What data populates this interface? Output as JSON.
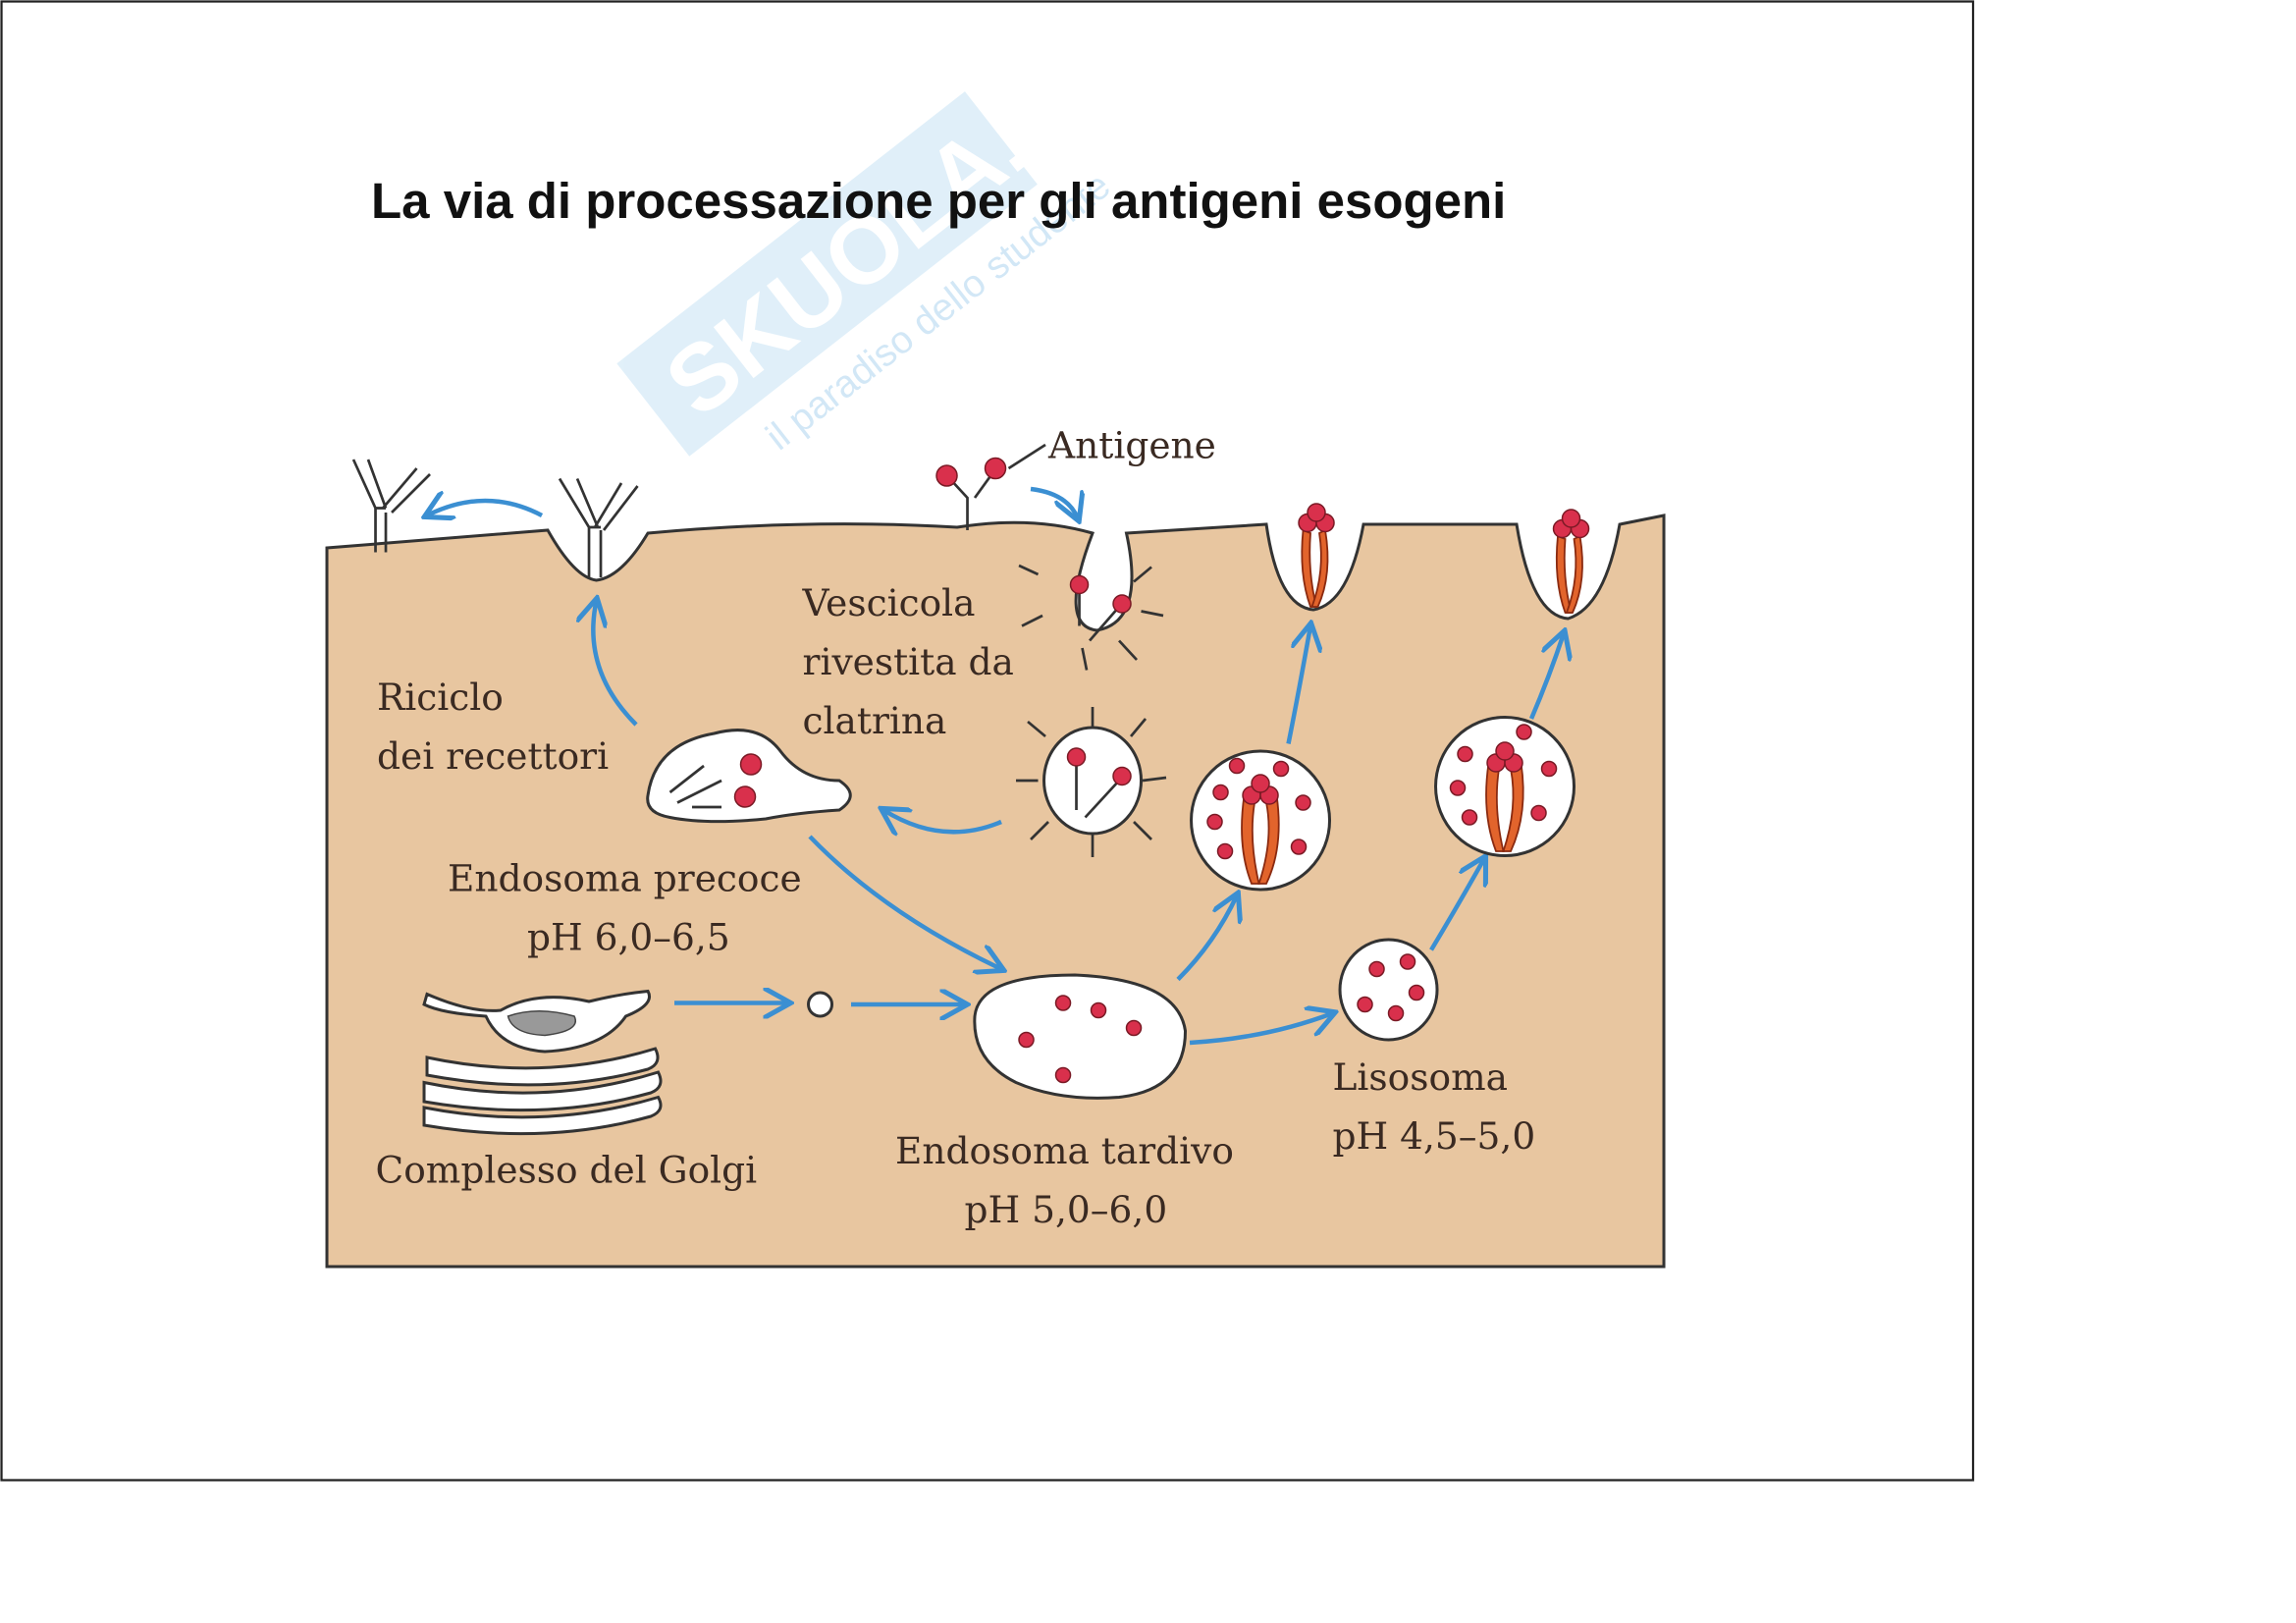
{
  "title": "La via di processazione per gli antigeni esogeni",
  "watermark": {
    "brand": "SKUOLA.net",
    "tagline": "il paradiso dello studente"
  },
  "labels": {
    "antigene": "Antigene",
    "vescicola_1": "Vescicola",
    "vescicola_2": "rivestita da",
    "vescicola_3": "clatrina",
    "riciclo_1": "Riciclo",
    "riciclo_2": "dei recettori",
    "endosoma_precoce": "Endosoma precoce",
    "endosoma_precoce_ph": "pH 6,0–6,5",
    "golgi": "Complesso del Golgi",
    "endosoma_tardivo": "Endosoma tardivo",
    "endosoma_tardivo_ph": "pH 5,0–6,0",
    "lisosoma": "Lisosoma",
    "lisosoma_ph": "pH 4,5–5,0"
  },
  "colors": {
    "cytoplasm": "#e8c6a0",
    "arrow": "#3b8fd2",
    "antigen": "#d9304c",
    "mhc": "#e2642c"
  }
}
